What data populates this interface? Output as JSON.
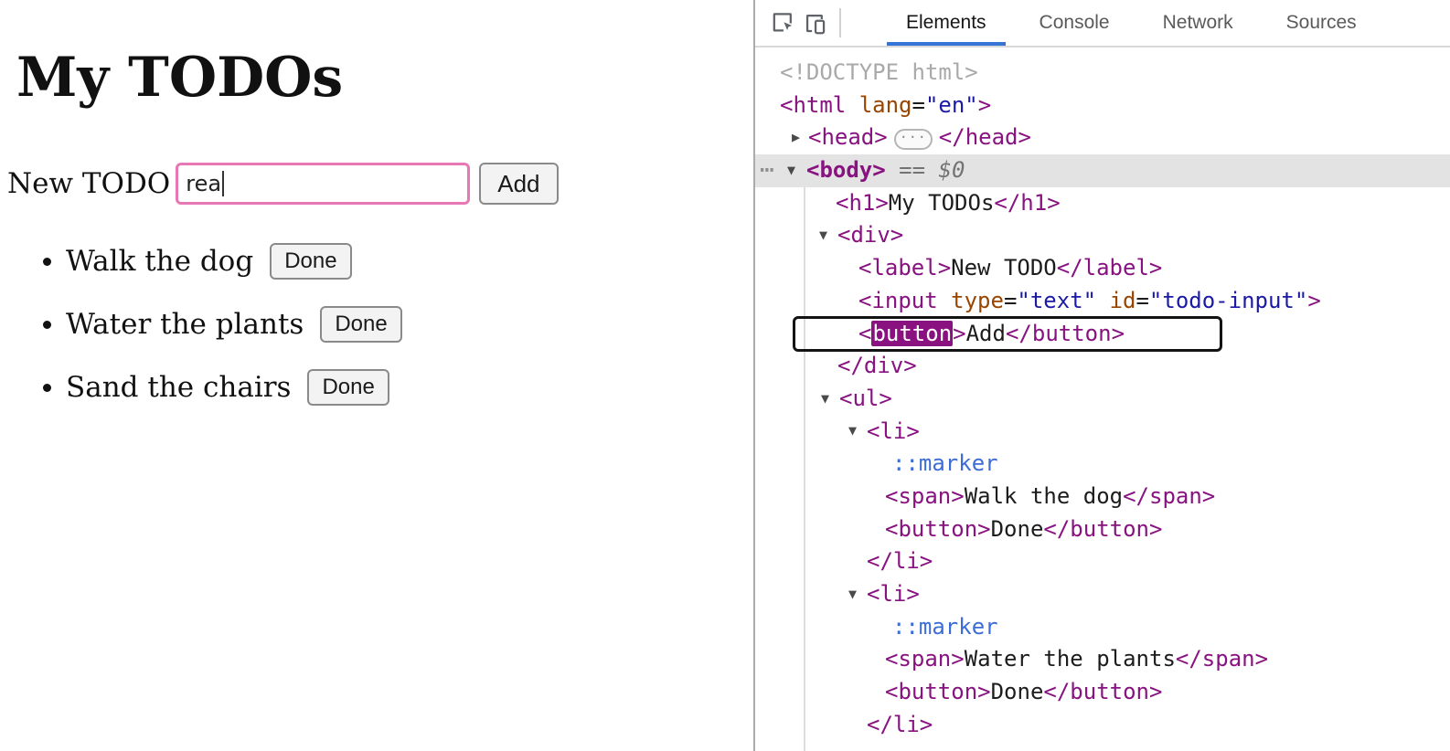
{
  "page": {
    "title": "My TODOs",
    "form": {
      "label": "New TODO",
      "input_value": "rea",
      "add_button": "Add"
    },
    "todos": [
      {
        "text": "Walk the dog",
        "done_button": "Done"
      },
      {
        "text": "Water the plants",
        "done_button": "Done"
      },
      {
        "text": "Sand the chairs",
        "done_button": "Done"
      }
    ]
  },
  "devtools": {
    "toolbar_icons": [
      "inspect-element-icon",
      "device-toolbar-icon"
    ],
    "tabs": [
      {
        "label": "Elements",
        "active": true
      },
      {
        "label": "Console",
        "active": false
      },
      {
        "label": "Network",
        "active": false
      },
      {
        "label": "Sources",
        "active": false
      }
    ],
    "tree": [
      {
        "name": "doctype",
        "indent": 27,
        "segs": [
          [
            "g",
            "<!DOCTYPE html>"
          ]
        ]
      },
      {
        "name": "html-open",
        "indent": 27,
        "segs": [
          [
            "t",
            "<html "
          ],
          [
            "a",
            "lang"
          ],
          [
            "x",
            "="
          ],
          [
            "v",
            "\"en\""
          ],
          [
            "t",
            ">"
          ]
        ]
      },
      {
        "name": "head-collapsed",
        "indent": 58,
        "arrow": "right",
        "arrowLeft": 40,
        "segs": [
          [
            "t",
            "<head>"
          ],
          [
            "pill",
            "···"
          ],
          [
            "t",
            "</head>"
          ]
        ]
      },
      {
        "name": "body-open",
        "indent": 56,
        "arrow": "down",
        "arrowLeft": 35,
        "dots": true,
        "selected": true,
        "segs": [
          [
            "tb",
            "<body>"
          ],
          [
            "eq",
            " == "
          ],
          [
            "eqi",
            "$0"
          ]
        ]
      },
      {
        "name": "h1-node",
        "indent": 88,
        "segs": [
          [
            "t",
            "<h1>"
          ],
          [
            "x",
            "My TODOs"
          ],
          [
            "t",
            "</h1>"
          ]
        ]
      },
      {
        "name": "div-open",
        "indent": 90,
        "arrow": "down",
        "arrowLeft": 70,
        "segs": [
          [
            "t",
            "<div>"
          ]
        ]
      },
      {
        "name": "label-node",
        "indent": 113,
        "segs": [
          [
            "t",
            "<label>"
          ],
          [
            "x",
            "New TODO"
          ],
          [
            "t",
            "</label>"
          ]
        ]
      },
      {
        "name": "input-node",
        "indent": 113,
        "segs": [
          [
            "t",
            "<input "
          ],
          [
            "a",
            "type"
          ],
          [
            "x",
            "="
          ],
          [
            "v",
            "\"text\""
          ],
          [
            "x",
            " "
          ],
          [
            "a",
            "id"
          ],
          [
            "x",
            "="
          ],
          [
            "v",
            "\"todo-input\""
          ],
          [
            "t",
            ">"
          ]
        ]
      },
      {
        "name": "button-add-node",
        "indent": 113,
        "boxed": true,
        "segs": [
          [
            "t",
            "<"
          ],
          [
            "hl",
            "button"
          ],
          [
            "t",
            ">"
          ],
          [
            "x",
            "Add"
          ],
          [
            "t",
            "</button>"
          ]
        ]
      },
      {
        "name": "div-close",
        "indent": 90,
        "segs": [
          [
            "t",
            "</div>"
          ]
        ]
      },
      {
        "name": "ul-open",
        "indent": 92,
        "arrow": "down",
        "arrowLeft": 72,
        "segs": [
          [
            "t",
            "<ul>"
          ]
        ]
      },
      {
        "name": "li-open-1",
        "indent": 122,
        "arrow": "down",
        "arrowLeft": 102,
        "segs": [
          [
            "t",
            "<li>"
          ]
        ]
      },
      {
        "name": "marker-1",
        "indent": 150,
        "segs": [
          [
            "c",
            "::marker"
          ]
        ]
      },
      {
        "name": "span-node-1",
        "indent": 142,
        "segs": [
          [
            "t",
            "<span>"
          ],
          [
            "x",
            "Walk the dog"
          ],
          [
            "t",
            "</span>"
          ]
        ]
      },
      {
        "name": "button-done-1",
        "indent": 142,
        "segs": [
          [
            "t",
            "<button>"
          ],
          [
            "x",
            "Done"
          ],
          [
            "t",
            "</button>"
          ]
        ]
      },
      {
        "name": "li-close-1",
        "indent": 122,
        "segs": [
          [
            "t",
            "</li>"
          ]
        ]
      },
      {
        "name": "li-open-2",
        "indent": 122,
        "arrow": "down",
        "arrowLeft": 102,
        "segs": [
          [
            "t",
            "<li>"
          ]
        ]
      },
      {
        "name": "marker-2",
        "indent": 150,
        "segs": [
          [
            "c",
            "::marker"
          ]
        ]
      },
      {
        "name": "span-node-2",
        "indent": 142,
        "segs": [
          [
            "t",
            "<span>"
          ],
          [
            "x",
            "Water the plants"
          ],
          [
            "t",
            "</span>"
          ]
        ]
      },
      {
        "name": "button-done-2",
        "indent": 142,
        "segs": [
          [
            "t",
            "<button>"
          ],
          [
            "x",
            "Done"
          ],
          [
            "t",
            "</button>"
          ]
        ]
      },
      {
        "name": "li-close-2",
        "indent": 122,
        "segs": [
          [
            "t",
            "</li>"
          ]
        ]
      }
    ]
  },
  "colors": {
    "input_focus_pink": "#e878b5",
    "active_tab_blue": "#3574d4",
    "tag_purple": "#881280",
    "attr_name_orange": "#994500",
    "attr_value_blue": "#1a1aa6",
    "pseudo_blue": "#3c6cd6",
    "doctype_gray": "#a9a9a9",
    "selected_row_gray": "#e3e3e3",
    "search_highlight_purple": "#8a1280"
  }
}
